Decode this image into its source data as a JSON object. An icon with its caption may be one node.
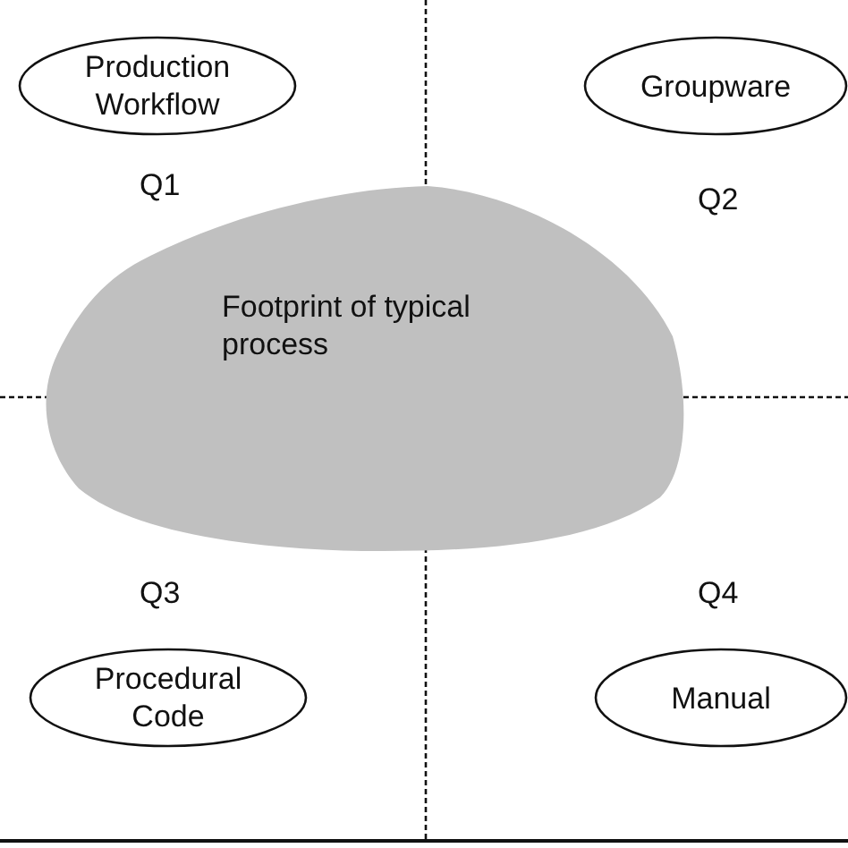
{
  "diagram": {
    "nodes": [
      {
        "text": [
          "Production Workflow"
        ]
      },
      {
        "text": [
          "Groupware"
        ]
      },
      {
        "text": [
          "Footprint of typical process"
        ]
      },
      {
        "text": [
          "Procedural Code"
        ]
      },
      {
        "text": [
          "Manual"
        ]
      }
    ],
    "labels": [
      "Q1",
      "Q2",
      "Q3",
      "Q4"
    ]
  }
}
